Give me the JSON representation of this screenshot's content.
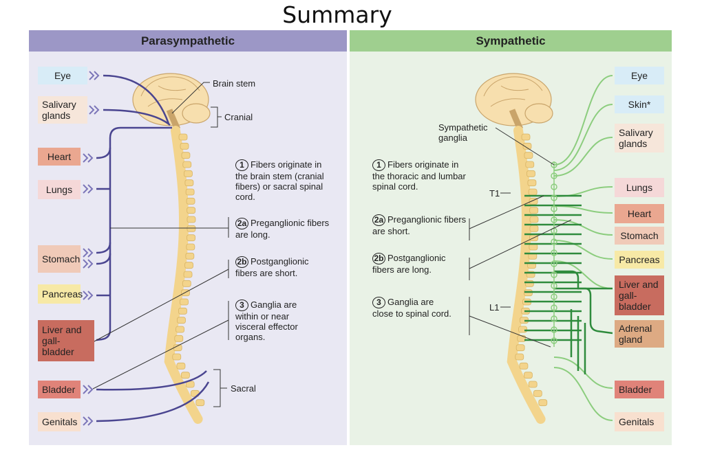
{
  "title": "Summary",
  "colors": {
    "parasympathetic_nerve": "#4a4590",
    "sympathetic_light": "#8ccd7e",
    "sympathetic_dark": "#2e8b3c"
  },
  "left": {
    "header": "Parasympathetic",
    "organs": [
      "Eye",
      "Salivary glands",
      "Heart",
      "Lungs",
      "Stomach",
      "Pancreas",
      "Liver and gall-bladder",
      "Bladder",
      "Genitals"
    ],
    "labels": {
      "brain_stem": "Brain stem",
      "cranial": "Cranial",
      "sacral": "Sacral"
    },
    "notes": [
      {
        "num": "1",
        "text": "Fibers originate in the brain stem (cranial fibers) or sacral spinal cord."
      },
      {
        "num": "2a",
        "text": "Preganglionic fibers are long."
      },
      {
        "num": "2b",
        "text": "Postganglionic fibers are short."
      },
      {
        "num": "3",
        "text": "Ganglia are within or near visceral effector organs."
      }
    ]
  },
  "right": {
    "header": "Sympathetic",
    "organs": [
      "Eye",
      "Skin*",
      "Salivary glands",
      "Lungs",
      "Heart",
      "Stomach",
      "Pancreas",
      "Liver and gall-bladder",
      "Adrenal gland",
      "Bladder",
      "Genitals"
    ],
    "labels": {
      "ganglia": "Sympathetic ganglia",
      "t1": "T1",
      "l1": "L1"
    },
    "notes": [
      {
        "num": "1",
        "text": "Fibers originate in the thoracic and lumbar spinal cord."
      },
      {
        "num": "2a",
        "text": "Preganglionic fibers are short."
      },
      {
        "num": "2b",
        "text": "Postganglionic fibers are long."
      },
      {
        "num": "3",
        "text": "Ganglia are close to spinal cord."
      }
    ]
  }
}
